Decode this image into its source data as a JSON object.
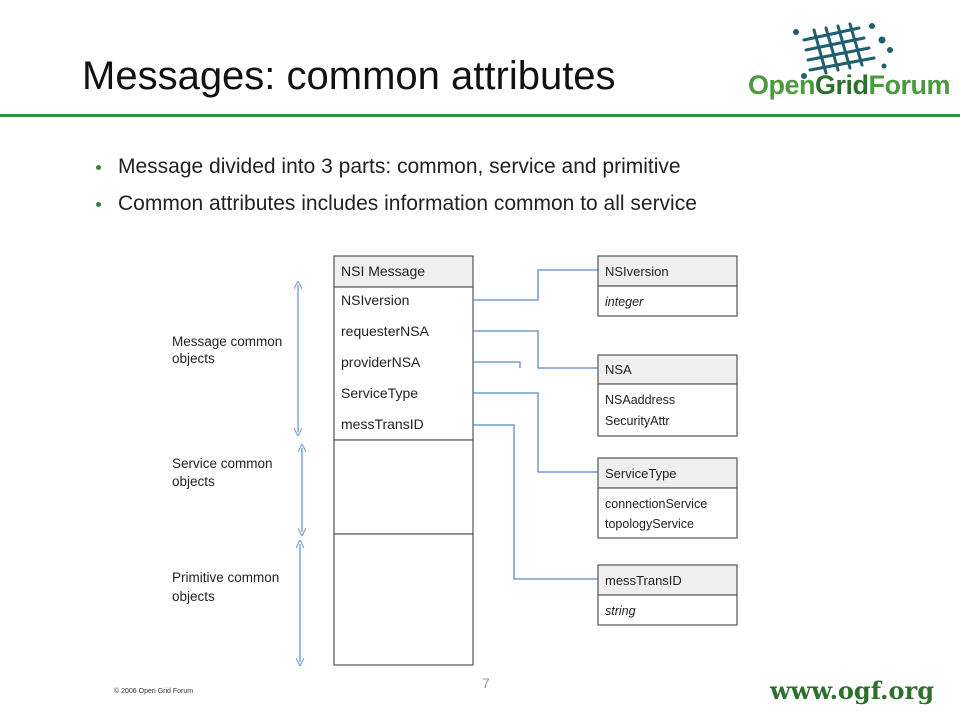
{
  "slide": {
    "title": "Messages: common attributes",
    "bullets": [
      "Message divided into 3 parts: common, service and primitive",
      "Common attributes includes information common to all service"
    ],
    "page_number": "7",
    "copyright": "© 2006 Open Grid Forum",
    "url": "www.ogf.org"
  },
  "logo": {
    "part1": "Open",
    "part2": "Grid",
    "part3": "Forum",
    "color_light": "#4b9a3f",
    "color_dark": "#2e6f2e",
    "icon": "grid-network-logo"
  },
  "diagram": {
    "main_box": {
      "title": "NSI Message",
      "fields": [
        "NSIversion",
        "requesterNSA",
        "providerNSA",
        "ServiceType",
        "messTransID"
      ]
    },
    "side_labels": [
      {
        "lines": [
          "Message common",
          "objects"
        ]
      },
      {
        "lines": [
          "Service common",
          "objects"
        ]
      },
      {
        "lines": [
          "Primitive common",
          "objects"
        ]
      }
    ],
    "classes": [
      {
        "name": "NSIversion",
        "attributes": [
          "integer"
        ],
        "italic": true
      },
      {
        "name": "NSA",
        "attributes": [
          "NSAaddress",
          "SecurityAttr"
        ],
        "italic": false
      },
      {
        "name": "ServiceType",
        "attributes": [
          "connectionService",
          "topologyService"
        ],
        "italic": false
      },
      {
        "name": "messTransID",
        "attributes": [
          "string"
        ],
        "italic": true
      }
    ],
    "colors": {
      "header_fill": "#efefef",
      "box_stroke": "#555555",
      "connector": "#5a89c8",
      "arrow": "#7ea3d3"
    }
  }
}
